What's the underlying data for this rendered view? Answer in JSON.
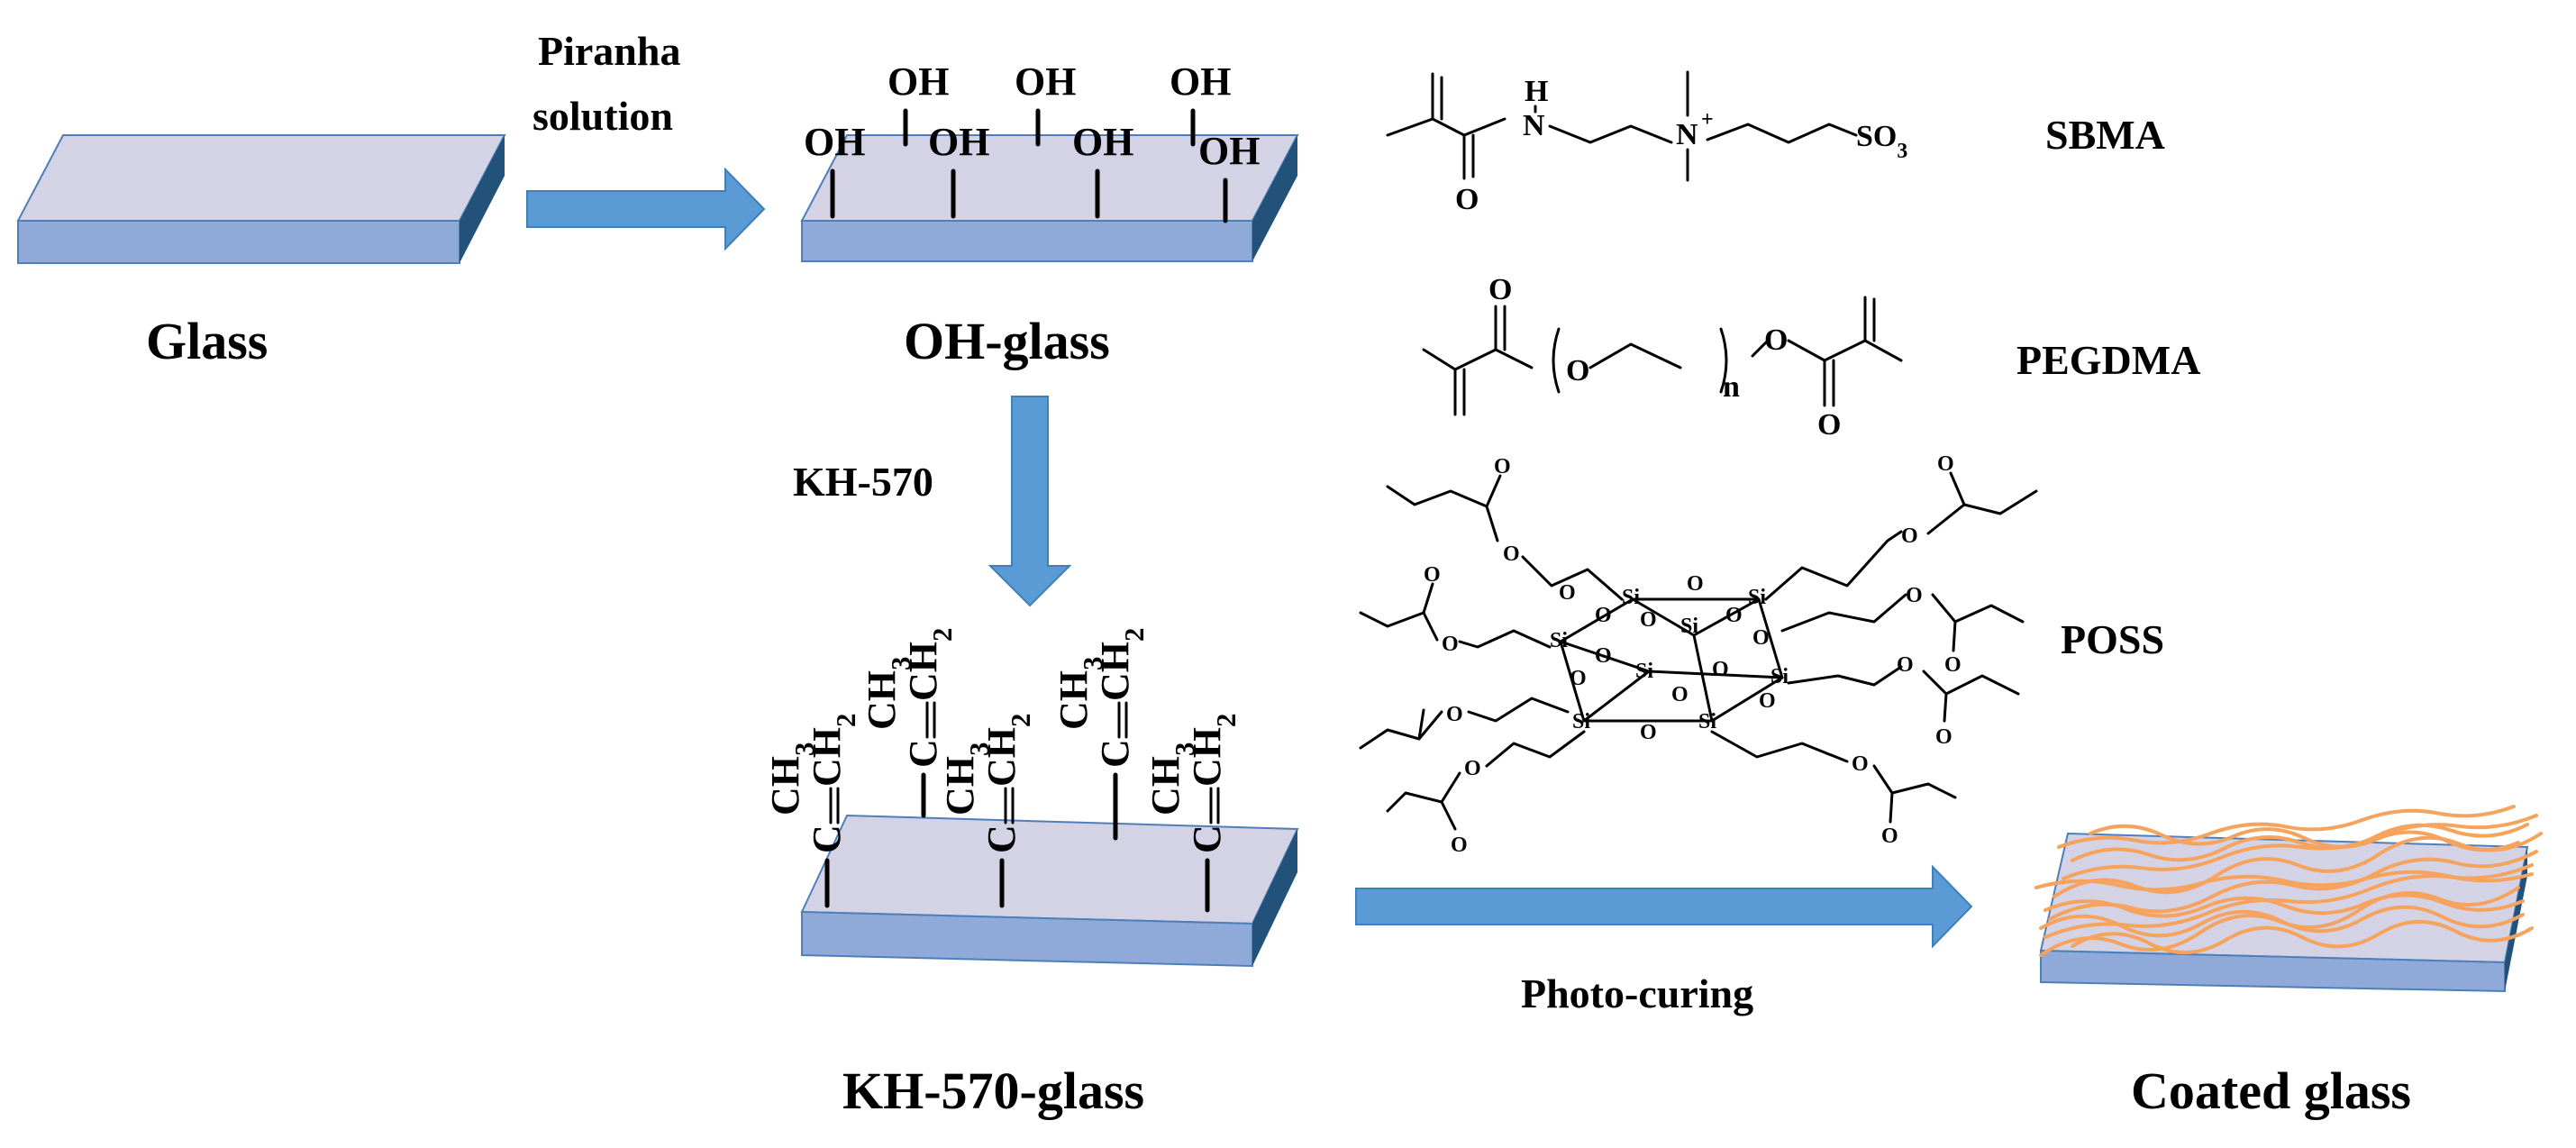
{
  "colors": {
    "plate_top": "#D3D3E5",
    "plate_front": "#8FAAD9",
    "plate_side": "#22517A",
    "plate_edge": "#4F7FB8",
    "arrow_fill": "#5B9BD5",
    "arrow_stroke": "#3F7FBA",
    "fiber": "#F6A35E"
  },
  "steps": {
    "glass_label": "Glass",
    "oh_glass_label": "OH-glass",
    "kh_glass_label": "KH-570-glass",
    "coated_label": "Coated glass"
  },
  "arrows": {
    "piranha_line1": "Piranha",
    "piranha_line2": "solution",
    "kh570": "KH-570",
    "photo_curing": "Photo-curing"
  },
  "surface_groups": {
    "hydroxyl": "OH",
    "methyl": "CH3",
    "methylene": "CH2",
    "carbon": "C"
  },
  "molecules": {
    "sbma_name": "SBMA",
    "pegdma_name": "PEGDMA",
    "poss_name": "POSS",
    "atom_H": "H",
    "atom_N": "N",
    "atom_O": "O",
    "atom_Si": "Si",
    "plus": "+",
    "so3": "SO3",
    "n_sub": "n"
  }
}
